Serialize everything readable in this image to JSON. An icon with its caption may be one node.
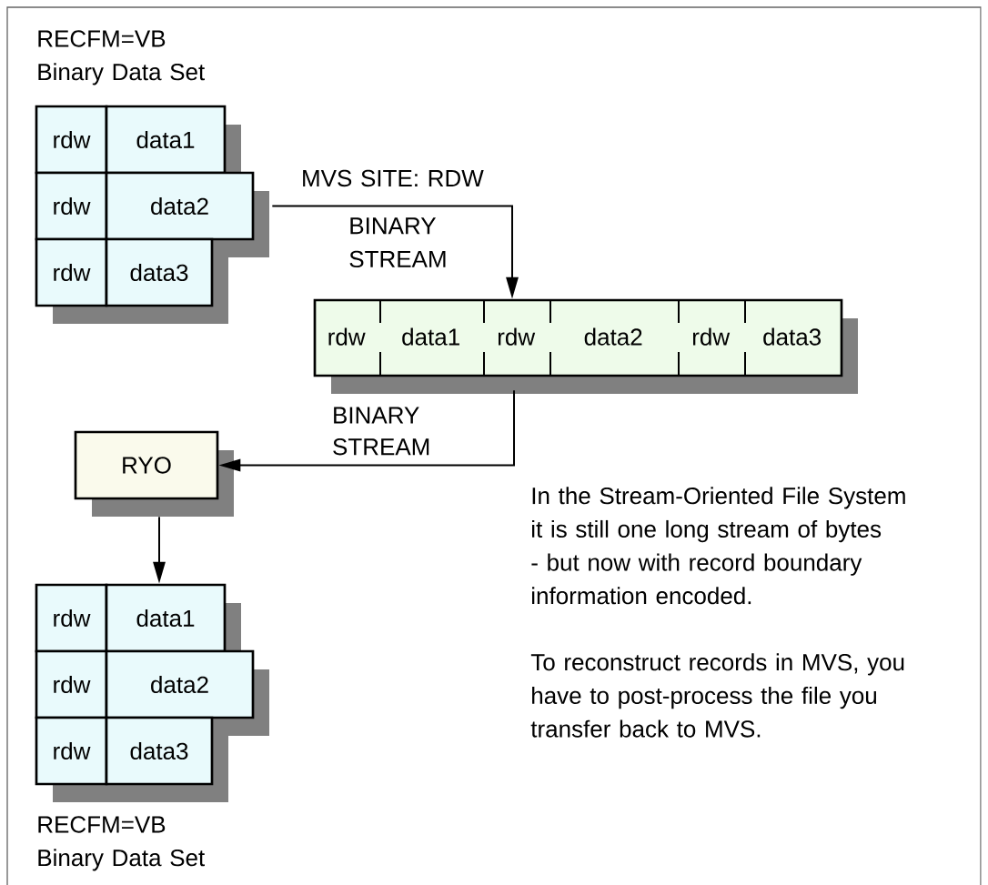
{
  "diagram": {
    "nodes": [
      {
        "text": [
          "rdw"
        ]
      },
      {
        "text": [
          "data1"
        ]
      },
      {
        "text": [
          "rdw"
        ]
      },
      {
        "text": [
          "data2"
        ]
      },
      {
        "text": [
          "rdw"
        ]
      },
      {
        "text": [
          "data3"
        ]
      },
      {
        "text": [],
        "shape": "bar"
      },
      {
        "text": [
          "rdw"
        ],
        "in": 6
      },
      {
        "text": [
          "data1"
        ],
        "in": 6
      },
      {
        "text": [
          "rdw"
        ],
        "in": 6
      },
      {
        "text": [
          "data2"
        ],
        "in": 6
      },
      {
        "text": [
          "rdw"
        ],
        "in": 6
      },
      {
        "text": [
          "data3"
        ],
        "in": 6
      },
      {
        "text": [
          "RYO"
        ]
      },
      {
        "text": [
          "rdw"
        ]
      },
      {
        "text": [
          "data1"
        ]
      },
      {
        "text": [
          "rdw"
        ]
      },
      {
        "text": [
          "data2"
        ]
      },
      {
        "text": [
          "rdw"
        ]
      },
      {
        "text": [
          "data3"
        ]
      }
    ],
    "edges": [
      {
        "from": 3,
        "to": 6,
        "arrow": "to",
        "label": "MVS SITE: RDW"
      },
      {
        "from": 6,
        "to": 13,
        "arrow": "to",
        "label": "BINARY STREAM"
      },
      {
        "from": 13,
        "to": 15,
        "arrow": "to"
      }
    ],
    "labels": [
      "RECFM=VB Binary Data Set",
      "BINARY STREAM",
      "In the Stream-Oriented File System it is still one long stream of bytes - but now with record boundary information encoded.",
      "To reconstruct records in MVS, you have to post-process the file you transfer back to MVS.",
      "RECFM=VB Binary Data Set"
    ]
  }
}
